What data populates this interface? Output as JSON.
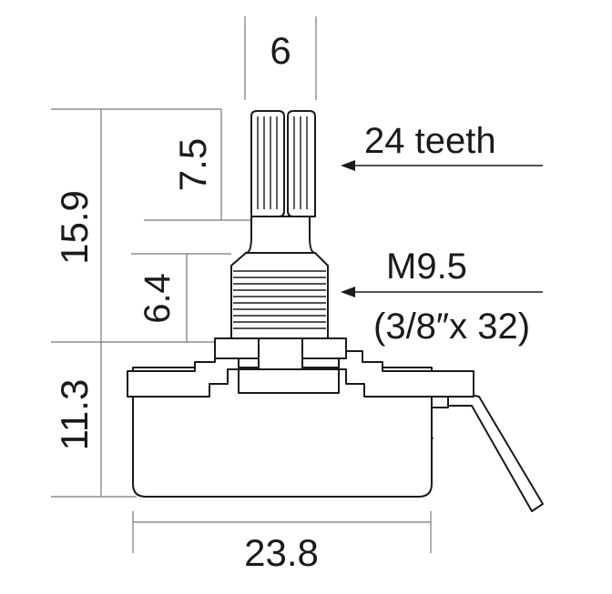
{
  "diagram": {
    "dimensions": {
      "shaft_diameter": "6",
      "knurl_length": "7.5",
      "total_height": "15.9",
      "thread_length": "6.4",
      "body_height": "11.3",
      "body_width": "23.8"
    },
    "callouts": {
      "teeth": "24 teeth",
      "thread": "M9.5",
      "thread_imperial": "(3/8″x 32)"
    },
    "colors": {
      "outline": "#1a1a1a",
      "dimension_line": "#777777",
      "background": "#ffffff"
    }
  }
}
